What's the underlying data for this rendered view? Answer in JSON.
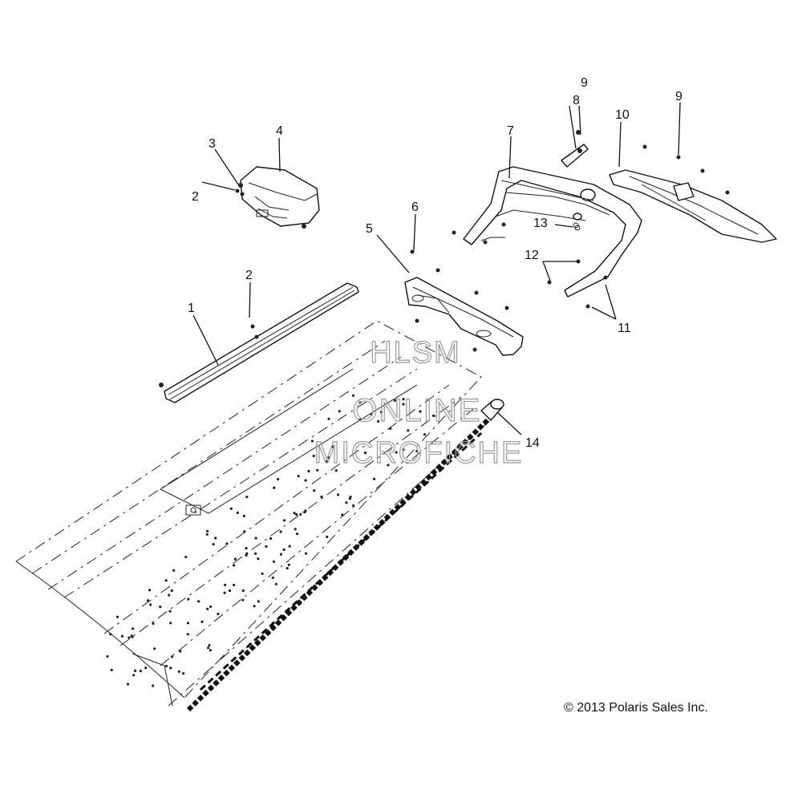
{
  "callouts": [
    {
      "id": "c1",
      "label": "1"
    },
    {
      "id": "c2a",
      "label": "2"
    },
    {
      "id": "c2b",
      "label": "2"
    },
    {
      "id": "c3",
      "label": "3"
    },
    {
      "id": "c4",
      "label": "4"
    },
    {
      "id": "c5",
      "label": "5"
    },
    {
      "id": "c6",
      "label": "6"
    },
    {
      "id": "c7",
      "label": "7"
    },
    {
      "id": "c8",
      "label": "8"
    },
    {
      "id": "c9a",
      "label": "9"
    },
    {
      "id": "c9b",
      "label": "9"
    },
    {
      "id": "c10",
      "label": "10"
    },
    {
      "id": "c11",
      "label": "11"
    },
    {
      "id": "c12",
      "label": "12"
    },
    {
      "id": "c13",
      "label": "13"
    },
    {
      "id": "c14",
      "label": "14"
    }
  ],
  "watermark": {
    "line1": "HLSM",
    "line2": "ONLINE",
    "line3": "MICROFICHE"
  },
  "copyright": "© 2013 Polaris Sales Inc."
}
